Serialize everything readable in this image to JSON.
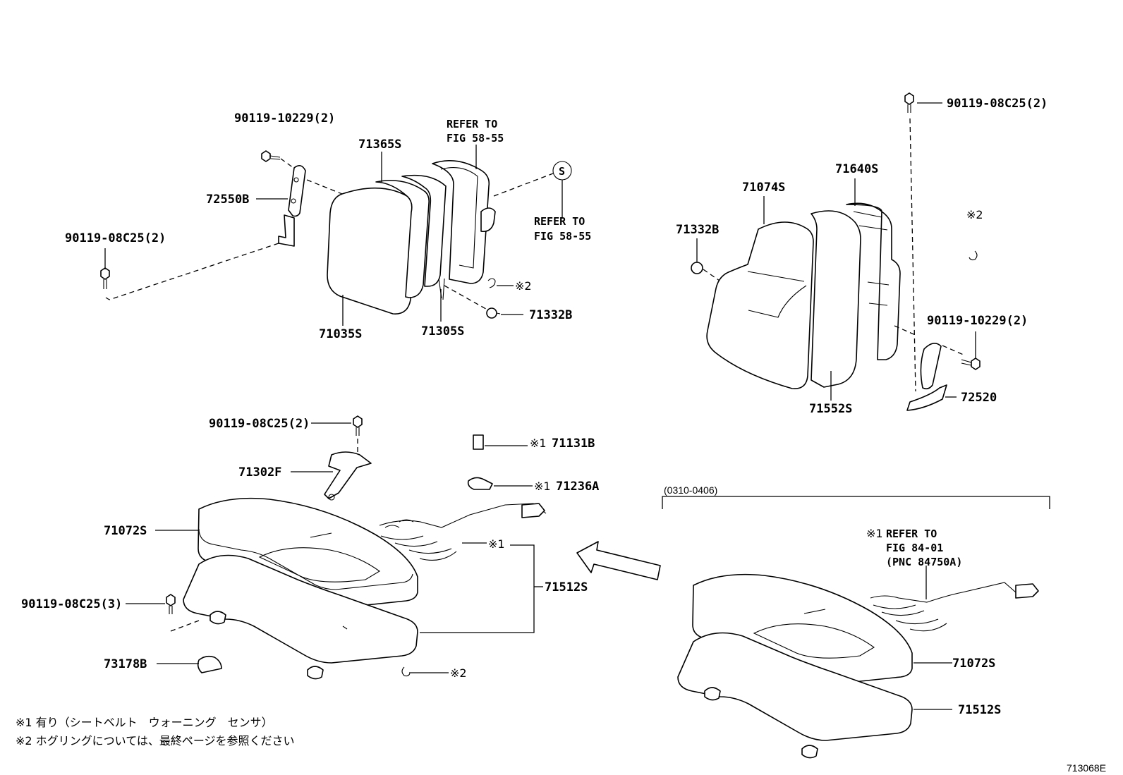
{
  "part_numbers": {
    "p_90119_10229_top": "90119-10229(2)",
    "p_71365S": "71365S",
    "p_refer_fig_5855_a": "REFER TO",
    "p_refer_fig_5855_a2": "FIG 58-55",
    "p_s_symbol": "S",
    "p_refer_fig_5855_b": "REFER TO",
    "p_refer_fig_5855_b2": "FIG 58-55",
    "p_72550B": "72550B",
    "p_90119_08C25_left": "90119-08C25(2)",
    "p_71035S": "71035S",
    "p_71305S": "71305S",
    "p_71332B_mid": "71332B",
    "p_note2_mid": "※2",
    "p_90119_08C25_right": "90119-08C25(2)",
    "p_71640S": "71640S",
    "p_71074S": "71074S",
    "p_71332B_right": "71332B",
    "p_note2_right": "※2",
    "p_90119_10229_right": "90119-10229(2)",
    "p_72520": "72520",
    "p_71552S": "71552S",
    "p_90119_08C25_cushion": "90119-08C25(2)",
    "p_71131B": "71131B",
    "p_note1_71131B": "※1",
    "p_71302F": "71302F",
    "p_71236A": "71236A",
    "p_note1_71236A": "※1",
    "p_71072S": "71072S",
    "p_note1_harness": "※1",
    "p_71512S": "71512S",
    "p_90119_08C25_3": "90119-08C25(3)",
    "p_73178B": "73178B",
    "p_note2_bottom": "※2",
    "p_date_range": "(0310-0406)",
    "p_note1_inset": "※1",
    "p_inset_refer": "REFER TO",
    "p_inset_fig": "FIG 84-01",
    "p_inset_pnc": "(PNC 84750A)",
    "p_inset_71072S": "71072S",
    "p_inset_71512S": "71512S"
  },
  "footnotes": {
    "note1": "※1 有り（シートベルト　ウォーニング　センサ）",
    "note2": "※2  ホグリングについては、最終ページを参照ください"
  },
  "figure_id": "713068E"
}
